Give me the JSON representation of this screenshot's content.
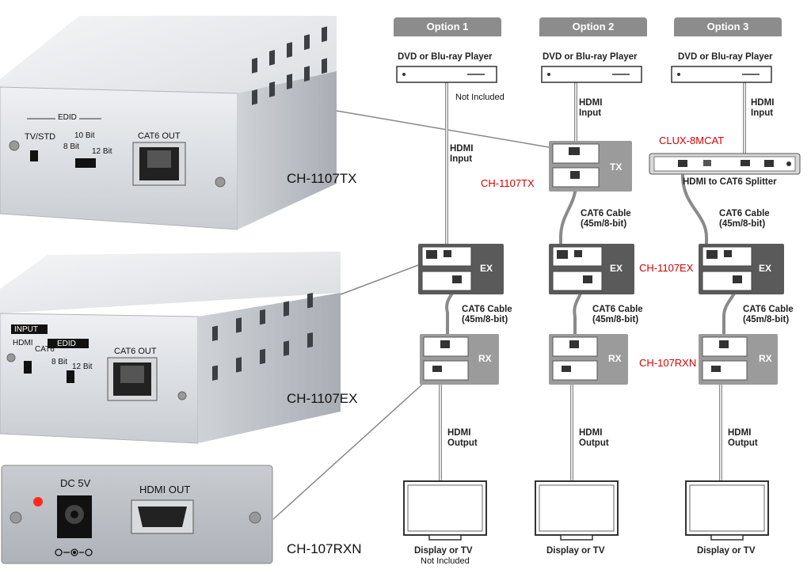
{
  "options": [
    {
      "title": "Option 1",
      "source": "DVD or Blu-ray Player",
      "source_note": "Not Included",
      "input_label": "HDMI\nInput",
      "cable1": "CAT6 Cable\n(45m/8-bit)",
      "output_label": "HDMI\nOutput",
      "display": "Display or TV",
      "display_note": "Not Included"
    },
    {
      "title": "Option 2",
      "source": "DVD or Blu-ray Player",
      "input_label": "HDMI\nInput",
      "cable1": "CAT6 Cable\n(45m/8-bit)",
      "cable2": "CAT6 Cable\n(45m/8-bit)",
      "output_label": "HDMI\nOutput",
      "display": "Display or TV"
    },
    {
      "title": "Option 3",
      "source": "DVD or Blu-ray Player",
      "input_label": "HDMI\nInput",
      "splitter_caption": "HDMI to CAT6 Splitter",
      "cable1": "CAT6 Cable\n(45m/8-bit)",
      "cable2": "CAT6 Cable\n(45m/8-bit)",
      "output_label": "HDMI\nOutput",
      "display": "Display or TV"
    }
  ],
  "unit_tags": {
    "tx": "TX",
    "ex": "EX",
    "rx": "RX"
  },
  "red_labels": {
    "tx": "CH-1107TX",
    "ex": "CH-1107EX",
    "rx": "CH-107RXN",
    "splitter": "CLUX-8MCAT"
  },
  "devices": {
    "tx": {
      "model": "CH-1107TX",
      "edid": "EDID",
      "tvstd": "TV/STD",
      "bit10": "10 Bit",
      "bit8": "8 Bit",
      "bit12": "12 Bit",
      "port": "CAT6 OUT"
    },
    "ex": {
      "model": "CH-1107EX",
      "input": "INPUT",
      "edid": "EDID",
      "hdmi": "HDMI",
      "cat6": "CAT6",
      "bit8": "8 Bit",
      "bit12": "12 Bit",
      "port": "CAT6 OUT"
    },
    "rx": {
      "model": "CH-107RXN",
      "dc": "DC 5V",
      "port": "HDMI OUT"
    }
  },
  "colors": {
    "pill": "#8c8c8c",
    "unit_box": "#5a5a5a",
    "red_label": "#d40000",
    "led": "#ff2a1a"
  }
}
